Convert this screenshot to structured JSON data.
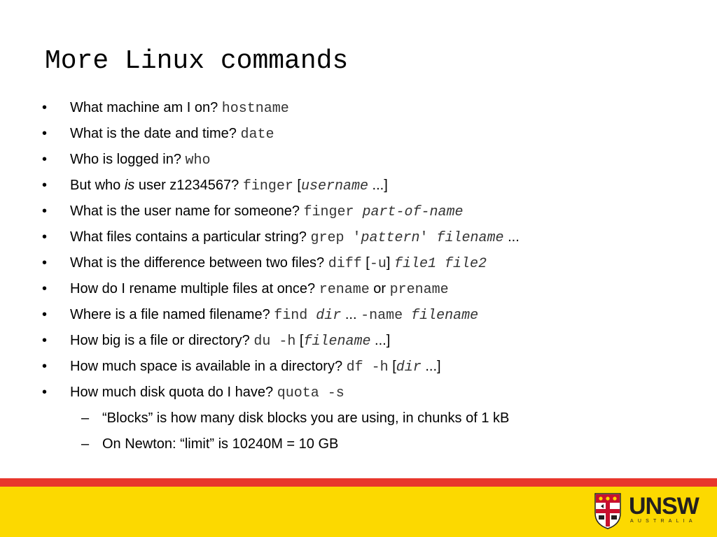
{
  "title": "More Linux commands",
  "bullets": [
    [
      {
        "t": "What machine am I on? "
      },
      {
        "t": "hostname",
        "s": "mono"
      }
    ],
    [
      {
        "t": "What is the date and time? "
      },
      {
        "t": "date",
        "s": "mono"
      }
    ],
    [
      {
        "t": "Who is logged in? "
      },
      {
        "t": "who",
        "s": "mono"
      }
    ],
    [
      {
        "t": "But who "
      },
      {
        "t": "is",
        "s": "it"
      },
      {
        "t": " user z1234567? "
      },
      {
        "t": "finger",
        "s": "mono"
      },
      {
        "t": " ["
      },
      {
        "t": "username",
        "s": "mono it"
      },
      {
        "t": " ...]"
      }
    ],
    [
      {
        "t": "What is the user name for someone? "
      },
      {
        "t": "finger ",
        "s": "mono"
      },
      {
        "t": "part-of-name",
        "s": "mono it"
      }
    ],
    [
      {
        "t": "What files contains a particular string? "
      },
      {
        "t": "grep '",
        "s": "mono"
      },
      {
        "t": "pattern",
        "s": "mono it"
      },
      {
        "t": "' ",
        "s": "mono"
      },
      {
        "t": "filename",
        "s": "mono it"
      },
      {
        "t": " ..."
      }
    ],
    [
      {
        "t": "What is the difference between two files? "
      },
      {
        "t": "diff",
        "s": "mono"
      },
      {
        "t": " ["
      },
      {
        "t": "-u",
        "s": "mono"
      },
      {
        "t": "] "
      },
      {
        "t": "file1 file2",
        "s": "mono it"
      }
    ],
    [
      {
        "t": "How do I rename multiple files at once? "
      },
      {
        "t": "rename",
        "s": "mono"
      },
      {
        "t": " or "
      },
      {
        "t": "prename",
        "s": "mono"
      }
    ],
    [
      {
        "t": "Where is a file named filename? "
      },
      {
        "t": "find ",
        "s": "mono"
      },
      {
        "t": "dir",
        "s": "mono it"
      },
      {
        "t": " ... "
      },
      {
        "t": " -name ",
        "s": "mono"
      },
      {
        "t": "filename",
        "s": "mono it"
      }
    ],
    [
      {
        "t": "How big is a file or directory? "
      },
      {
        "t": "du -h",
        "s": "mono"
      },
      {
        "t": " ["
      },
      {
        "t": "filename",
        "s": "mono it"
      },
      {
        "t": " ...]"
      }
    ],
    [
      {
        "t": "How much space is available in a directory? "
      },
      {
        "t": "df -h",
        "s": "mono"
      },
      {
        "t": " ["
      },
      {
        "t": "dir",
        "s": "mono it"
      },
      {
        "t": " ...]"
      }
    ],
    [
      {
        "t": "How much disk quota do I have? "
      },
      {
        "t": "quota -s",
        "s": "mono"
      }
    ]
  ],
  "sub_bullets": [
    "“Blocks” is how many disk blocks you are using, in chunks of 1 kB",
    "On Newton: “limit” is 10240M = 10 GB"
  ],
  "logo": {
    "name": "UNSW",
    "tagline": "AUSTRALIA"
  },
  "colors": {
    "footer_red": "#e8372c",
    "footer_yellow": "#fcd900"
  }
}
